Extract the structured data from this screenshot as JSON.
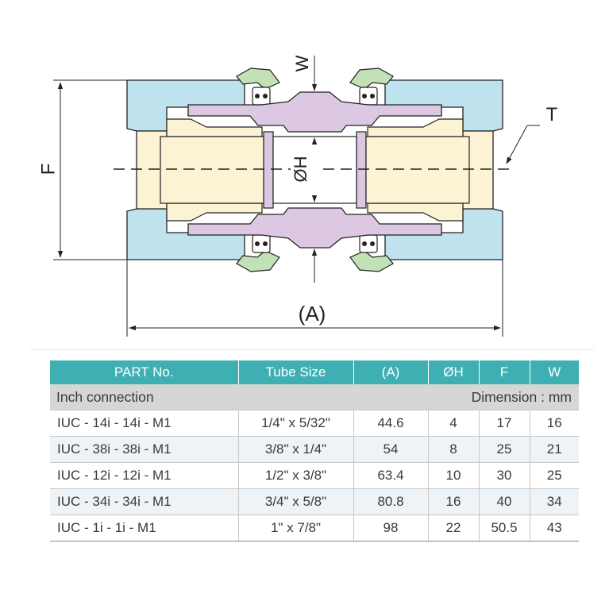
{
  "drawing": {
    "labels": {
      "w": "W",
      "t": "T",
      "f": "F",
      "h": "ØH",
      "a": "(A)"
    },
    "colors": {
      "body": "#bfe3ee",
      "insert": "#dcc8e2",
      "tube": "#fbf3d3",
      "nut": "#c3e1b7",
      "seal": "#ffffff",
      "outline": "#222222"
    }
  },
  "table": {
    "columns": [
      "PART No.",
      "Tube Size",
      "(A)",
      "ØH",
      "F",
      "W"
    ],
    "group": {
      "left": "Inch connection",
      "right": "Dimension : mm"
    },
    "rows": [
      {
        "part": "IUC - 14i - 14i - M1",
        "tube": "1/4\" x 5/32\"",
        "a": "44.6",
        "h": "4",
        "f": "17",
        "w": "16"
      },
      {
        "part": "IUC - 38i - 38i - M1",
        "tube": "3/8\" x 1/4\"",
        "a": "54",
        "h": "8",
        "f": "25",
        "w": "21"
      },
      {
        "part": "IUC - 12i - 12i - M1",
        "tube": "1/2\" x 3/8\"",
        "a": "63.4",
        "h": "10",
        "f": "30",
        "w": "25"
      },
      {
        "part": "IUC - 34i - 34i - M1",
        "tube": "3/4\" x 5/8\"",
        "a": "80.8",
        "h": "16",
        "f": "40",
        "w": "34"
      },
      {
        "part": "IUC - 1i - 1i - M1",
        "tube": "1\" x 7/8\"",
        "a": "98",
        "h": "22",
        "f": "50.5",
        "w": "43"
      }
    ]
  }
}
